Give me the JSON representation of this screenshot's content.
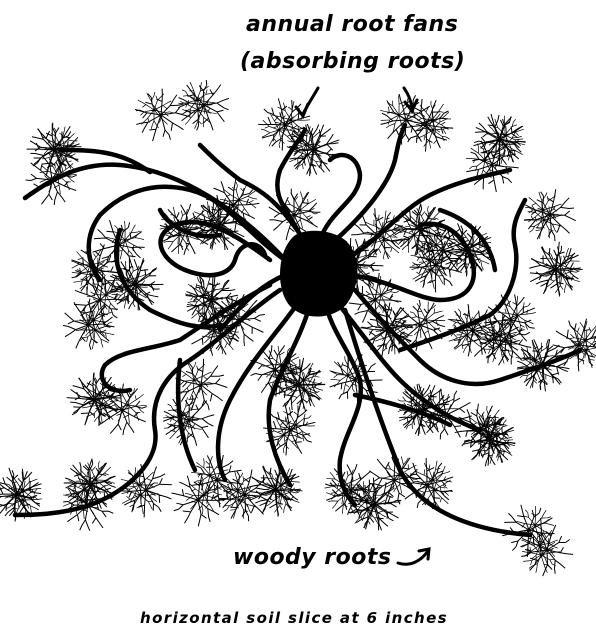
{
  "labels": {
    "annual_root_fans": "annual root fans",
    "absorbing_roots": "(absorbing roots)",
    "woody_roots": "woody roots",
    "caption": "horizontal soil slice at 6 inches"
  },
  "colors": {
    "ink": "#000000",
    "background": "#ffffff"
  },
  "icons": [
    "arrow-icon",
    "root-fan-icon",
    "taproot-icon"
  ]
}
